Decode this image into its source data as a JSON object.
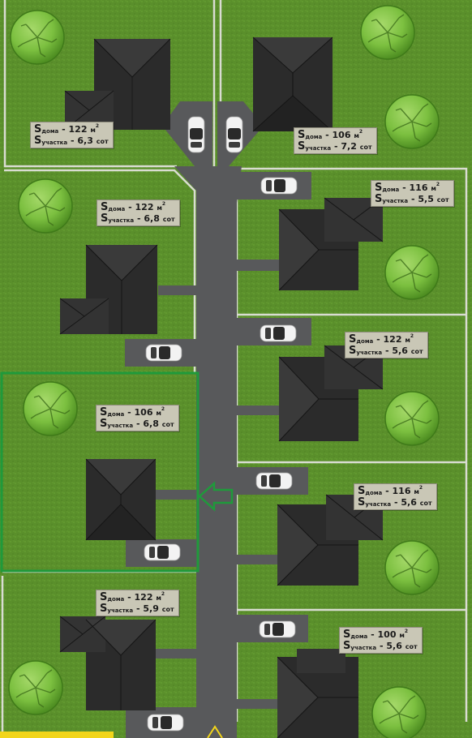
{
  "map": {
    "colors": {
      "grass": "#5a8f2b",
      "road": "#58595b",
      "roof": "#2b2b2b",
      "lot_border": "#d9dcd2",
      "selected_lot_border": "#1f9a3b",
      "tree": "#7cc040",
      "label_bg": "#c9c7b6",
      "bottom_sign": "#f2d51b"
    },
    "selected_lot": "lot-left-3",
    "lots": [
      {
        "id": "lot-left-1",
        "side": "left",
        "house_label": "S",
        "house_sub": "дома",
        "house_value": "122",
        "house_unit": "м",
        "house_unit_sup": "2",
        "plot_label": "S",
        "plot_sub": "участка",
        "plot_value": "6,3",
        "plot_unit": "сот"
      },
      {
        "id": "lot-right-1",
        "side": "right",
        "house_label": "S",
        "house_sub": "дома",
        "house_value": "106",
        "house_unit": "м",
        "house_unit_sup": "2",
        "plot_label": "S",
        "plot_sub": "участка",
        "plot_value": "7,2",
        "plot_unit": "сот"
      },
      {
        "id": "lot-left-2",
        "side": "left",
        "house_label": "S",
        "house_sub": "дома",
        "house_value": "122",
        "house_unit": "м",
        "house_unit_sup": "2",
        "plot_label": "S",
        "plot_sub": "участка",
        "plot_value": "6,8",
        "plot_unit": "сот"
      },
      {
        "id": "lot-right-2",
        "side": "right",
        "house_label": "S",
        "house_sub": "дома",
        "house_value": "116",
        "house_unit": "м",
        "house_unit_sup": "2",
        "plot_label": "S",
        "plot_sub": "участка",
        "plot_value": "5,5",
        "plot_unit": "сот"
      },
      {
        "id": "lot-right-3",
        "side": "right",
        "house_label": "S",
        "house_sub": "дома",
        "house_value": "122",
        "house_unit": "м",
        "house_unit_sup": "2",
        "plot_label": "S",
        "plot_sub": "участка",
        "plot_value": "5,6",
        "plot_unit": "сот"
      },
      {
        "id": "lot-left-3",
        "side": "left",
        "house_label": "S",
        "house_sub": "дома",
        "house_value": "106",
        "house_unit": "м",
        "house_unit_sup": "2",
        "plot_label": "S",
        "plot_sub": "участка",
        "plot_value": "6,8",
        "plot_unit": "сот"
      },
      {
        "id": "lot-right-4",
        "side": "right",
        "house_label": "S",
        "house_sub": "дома",
        "house_value": "116",
        "house_unit": "м",
        "house_unit_sup": "2",
        "plot_label": "S",
        "plot_sub": "участка",
        "plot_value": "5,6",
        "plot_unit": "сот"
      },
      {
        "id": "lot-left-4",
        "side": "left",
        "house_label": "S",
        "house_sub": "дома",
        "house_value": "122",
        "house_unit": "м",
        "house_unit_sup": "2",
        "plot_label": "S",
        "plot_sub": "участка",
        "plot_value": "5,9",
        "plot_unit": "сот"
      },
      {
        "id": "lot-right-5",
        "side": "right",
        "house_label": "S",
        "house_sub": "дома",
        "house_value": "100",
        "house_unit": "м",
        "house_unit_sup": "2",
        "plot_label": "S",
        "plot_sub": "участка",
        "plot_value": "5,6",
        "plot_unit": "сот"
      }
    ],
    "icons": [
      "tree-icon",
      "car-icon",
      "house-roof-icon",
      "arrow-left-icon"
    ]
  }
}
